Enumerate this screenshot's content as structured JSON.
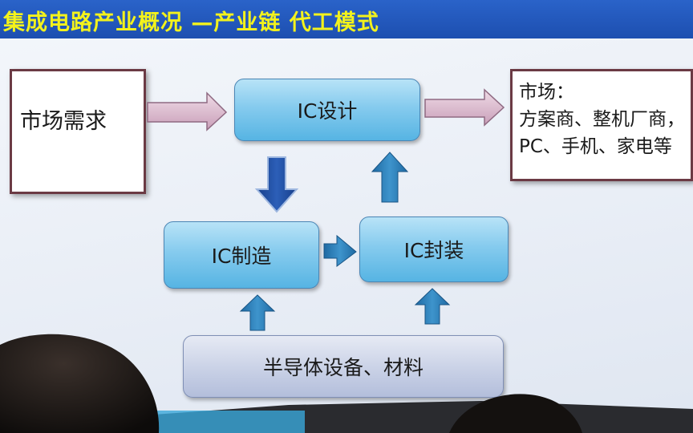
{
  "title": "集成电路产业概况 —产业链  代工模式",
  "diagram": {
    "market_demand": "市场需求",
    "ic_design": "IC设计",
    "ic_manufacturing": "IC制造",
    "ic_packaging": "IC封装",
    "equipment_materials": "半导体设备、材料",
    "market": {
      "lines": [
        "市场：",
        "方案商、整机厂商，",
        "PC、手机、家电等"
      ]
    }
  },
  "colors": {
    "title_bar": "#1d4fb0",
    "title_text": "#f3f21c",
    "box_blue": "#56b4e3",
    "arrow_blue": "#2f80b8",
    "arrow_pink": "#d9b8cf"
  }
}
